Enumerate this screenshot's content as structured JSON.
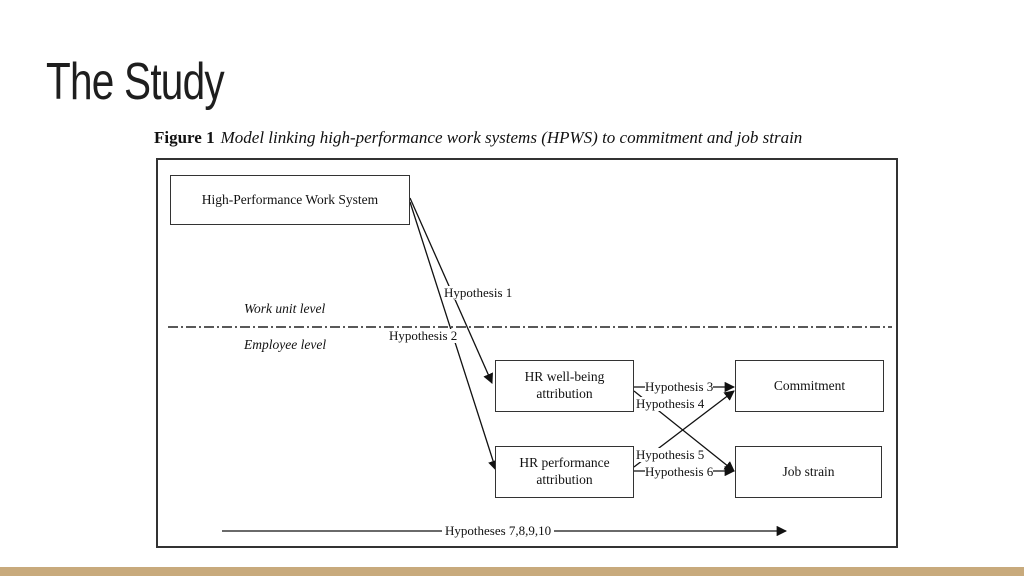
{
  "slide": {
    "title": "The Study"
  },
  "figure": {
    "caption_label": "Figure 1",
    "caption_text": "Model linking high-performance work systems (HPWS) to commitment and job strain",
    "levels": {
      "work_unit": "Work unit level",
      "employee": "Employee level"
    },
    "boxes": {
      "hpws": "High-Performance Work System",
      "wellbeing": "HR well-being attribution",
      "performance": "HR performance attribution",
      "commitment": "Commitment",
      "job_strain": "Job strain"
    },
    "hypotheses": {
      "h1": "Hypothesis 1",
      "h2": "Hypothesis 2",
      "h3": "Hypothesis 3",
      "h4": "Hypothesis 4",
      "h5": "Hypothesis 5",
      "h6": "Hypothesis 6",
      "h7_10": "Hypotheses 7,8,9,10"
    }
  },
  "colors": {
    "accent_bar": "#c8aa7c",
    "ink": "#111111"
  }
}
